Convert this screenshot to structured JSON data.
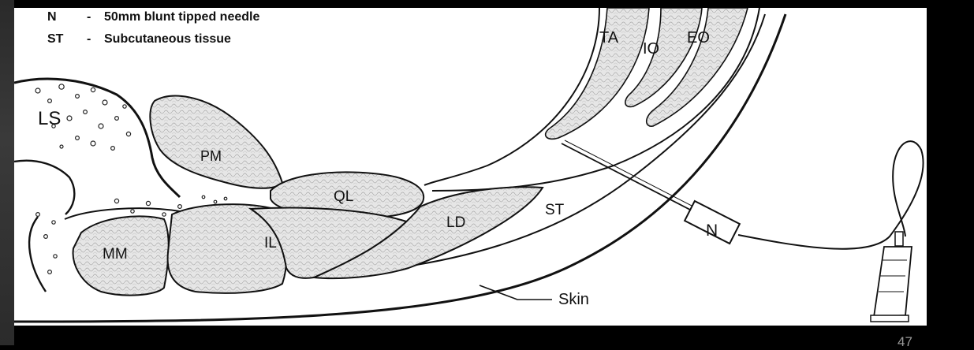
{
  "legend": [
    {
      "abbr": "N",
      "dash": "-",
      "meaning": "50mm blunt tipped needle"
    },
    {
      "abbr": "ST",
      "dash": "-",
      "meaning": "Subcutaneous tissue"
    }
  ],
  "labels": {
    "ls": "LS",
    "pm": "PM",
    "ql": "QL",
    "mm": "MM",
    "il": "IL",
    "ld": "LD",
    "st": "ST",
    "ta": "TA",
    "io": "IO",
    "eo": "EO",
    "needle": "N",
    "skin": "Skin"
  },
  "colors": {
    "background": "#000000",
    "figure": "#ffffff",
    "muscle_fill": "#e4e4e4",
    "ink": "#111111",
    "page_number": "#9a9a9a"
  },
  "page_number": "47"
}
